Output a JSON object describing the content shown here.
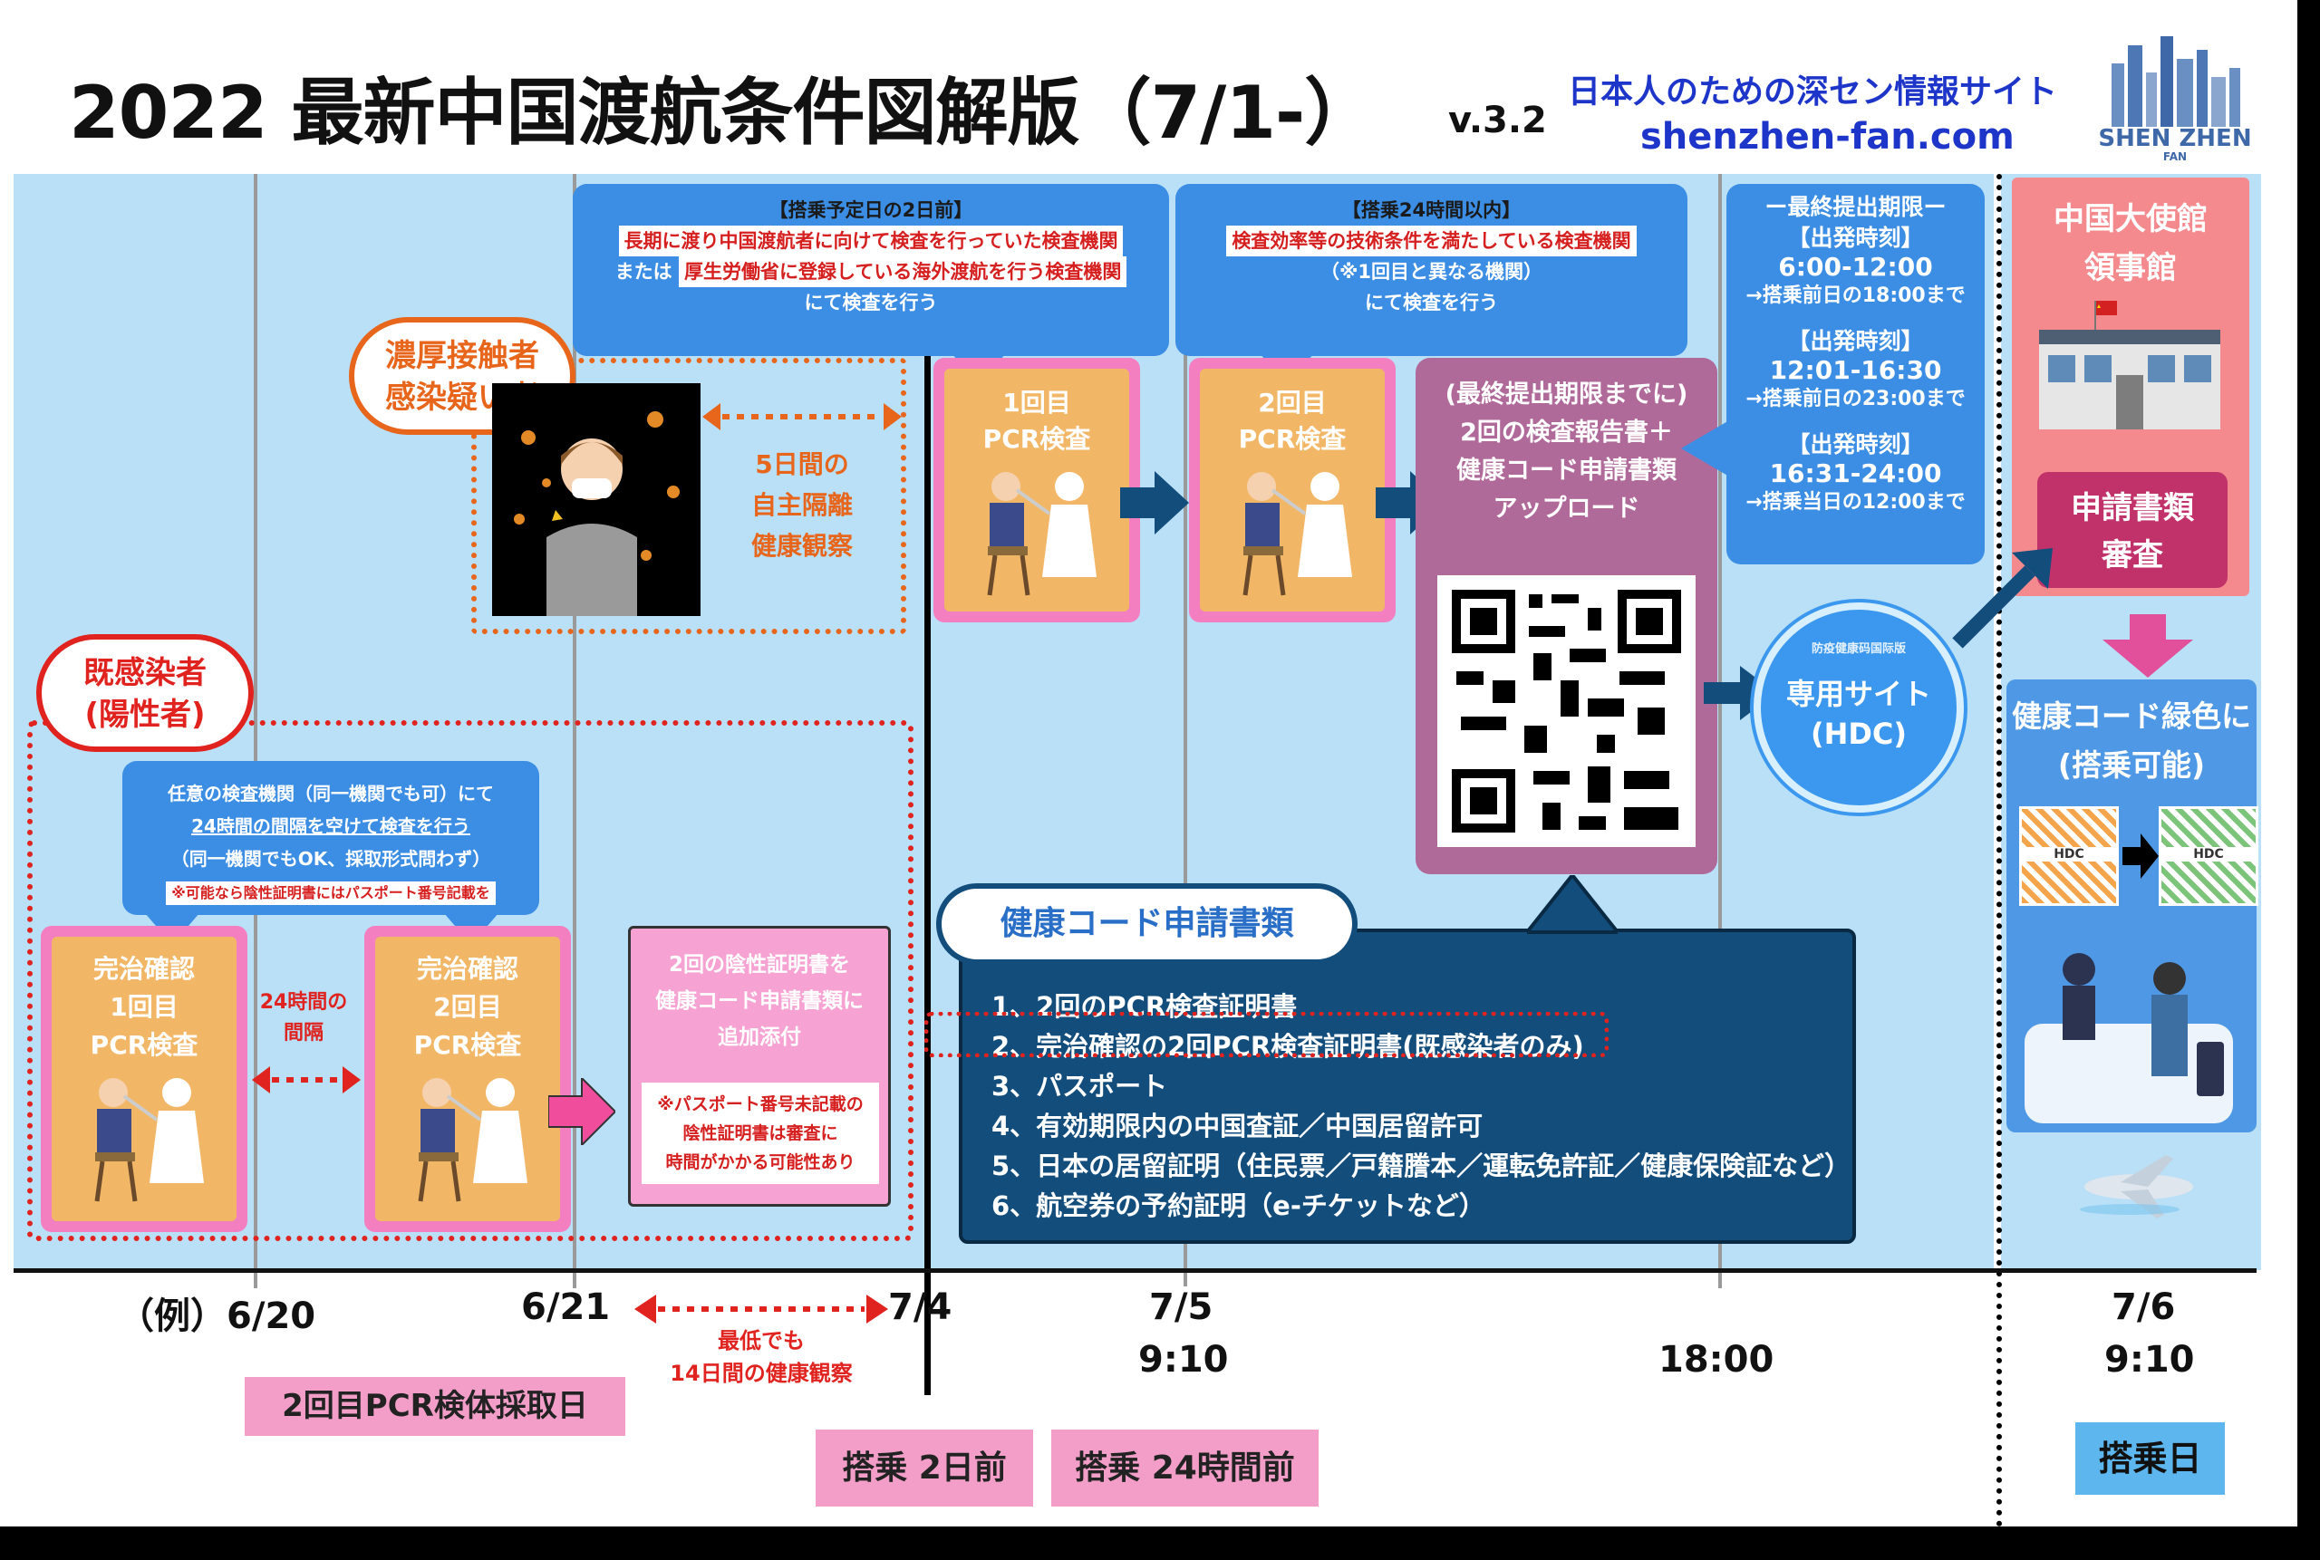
{
  "header": {
    "title": "2022 最新中国渡航条件図解版（7/1-）",
    "version": "v.3.2",
    "site_tagline": "日本人のための深セン情報サイト",
    "site_url": "shenzhen-fan.com",
    "logo_text": "SHEN ZHEN",
    "logo_sub": "FAN"
  },
  "callout_2days": {
    "heading": "【搭乗予定日の2日前】",
    "line1": "長期に渡り中国渡航者に向けて検査を行っていた検査機関",
    "or": "または",
    "line2": "厚生労働省に登録している海外渡航を行う検査機関",
    "line3": "にて検査を行う"
  },
  "callout_24h": {
    "heading": "【搭乗24時間以内】",
    "line1": "検査効率等の技術条件を満たしている検査機関",
    "line2": "（※1回目と異なる機関）",
    "line3": "にて検査を行う"
  },
  "deadline": {
    "title": "ー最終提出期限ー",
    "slots": [
      {
        "label": "【出発時刻】",
        "time": "6:00-12:00",
        "deadline": "→搭乗前日の18:00まで"
      },
      {
        "label": "【出発時刻】",
        "time": "12:01-16:30",
        "deadline": "→搭乗前日の23:00まで"
      },
      {
        "label": "【出発時刻】",
        "time": "16:31-24:00",
        "deadline": "→搭乗当日の12:00まで"
      }
    ]
  },
  "embassy": {
    "title_line1": "中国大使館",
    "title_line2": "領事館",
    "review_line1": "申請書類",
    "review_line2": "審査",
    "health_green_line1": "健康コード緑色に",
    "health_green_line2": "(搭乗可能)",
    "qr_label": "HDC"
  },
  "close_contact": {
    "badge_line1": "濃厚接触者",
    "badge_line2": "感染疑い者",
    "text_line1": "5日間の",
    "text_line2": "自主隔離",
    "text_line3": "健康観察"
  },
  "pcr1": {
    "line1": "1回目",
    "line2": "PCR検査"
  },
  "pcr2": {
    "line1": "2回目",
    "line2": "PCR検査"
  },
  "upload": {
    "line1": "(最終提出期限までに)",
    "line2": "2回の検査報告書＋",
    "line3": "健康コード申請書類",
    "line4": "アップロード"
  },
  "hdc": {
    "line1": "専用サイト",
    "line2": "(HDC)",
    "small": "防疫健康码国际版"
  },
  "recovered": {
    "badge_line1": "既感染者",
    "badge_line2": "(陽性者)",
    "note_line1": "任意の検査機関（同一機関でも可）にて",
    "note_line2": "24時間の間隔を空けて検査を行う",
    "note_line3": "（同一機関でもOK、採取形式問わず）",
    "note_line4": "※可能なら陰性証明書にはパスポート番号記載を",
    "card1": {
      "line1": "完治確認",
      "line2": "1回目",
      "line3": "PCR検査"
    },
    "card2": {
      "line1": "完治確認",
      "line2": "2回目",
      "line3": "PCR検査"
    },
    "interval_line1": "24時間の",
    "interval_line2": "間隔",
    "attach_line1": "2回の陰性証明書を",
    "attach_line2": "健康コード申請書類に",
    "attach_line3": "追加添付",
    "attach_note1": "※パスポート番号未記載の",
    "attach_note2": "陰性証明書は審査に",
    "attach_note3": "時間がかかる可能性あり"
  },
  "documents": {
    "title": "健康コード申請書類",
    "items": [
      "1、2回のPCR検査証明書",
      "2、完治確認の2回PCR検査証明書(既感染者のみ)",
      "3、パスポート",
      "4、有効期限内の中国査証／中国居留許可",
      "5、日本の居留証明（住民票／戸籍謄本／運転免許証／健康保険証など）",
      "6、航空券の予約証明（e-チケットなど）"
    ]
  },
  "timeline": {
    "ex_label": "（例）6/20",
    "d621": "6/21",
    "d74": "7/4",
    "d75": "7/5",
    "t75": "9:10",
    "t1800": "18:00",
    "d76": "7/6",
    "t76": "9:10",
    "min_line1": "最低でも",
    "min_line2": "14日間の健康観察",
    "label_sample": "2回目PCR検体採取日",
    "label_2days": "搭乗 2日前",
    "label_24h": "搭乗 24時間前",
    "label_board": "搭乗日"
  },
  "colors": {
    "panel": "#b9e0f7",
    "blue_callout": "#3b8ee4",
    "pink": "#f37fc1",
    "peach": "#f2b766",
    "purple": "#b06a9a",
    "navy": "#134d7c",
    "orange": "#e8661c",
    "red_dotted": "#e0231f",
    "embassy_pink": "#f48a8e"
  }
}
